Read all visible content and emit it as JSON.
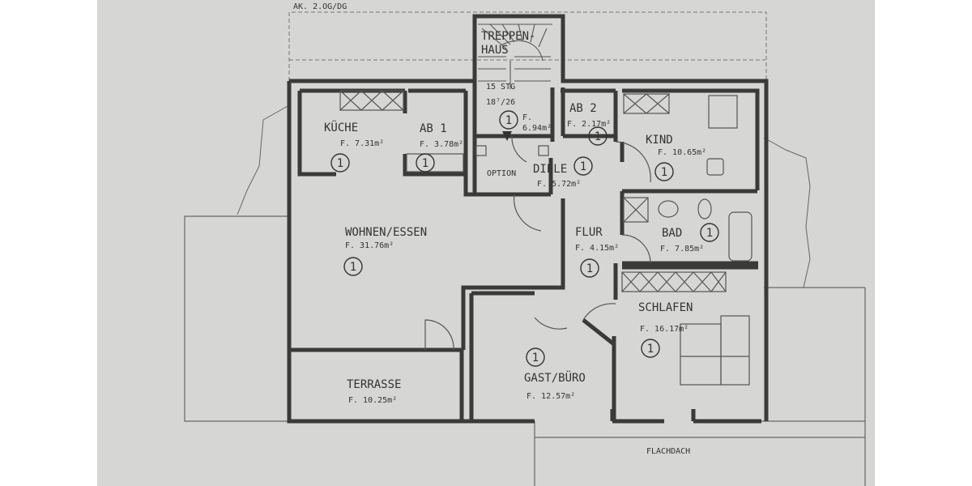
{
  "header": {
    "level": "AK. 2.OG/DG"
  },
  "room_marker": "1",
  "rooms": {
    "treppenhaus": {
      "name_line1": "TREPPEN-",
      "name_line2": "HAUS",
      "stairs": "15 STG",
      "rise": "18⁷/26",
      "area_prefix": "F.",
      "area": "6.94m²"
    },
    "kueche": {
      "name": "KÜCHE",
      "area": "F. 7.31m²"
    },
    "ab1": {
      "name": "AB 1",
      "area": "F. 3.78m²"
    },
    "ab2": {
      "name": "AB 2",
      "area": "F. 2.17m²"
    },
    "kind": {
      "name": "KIND",
      "area": "F. 10.65m²"
    },
    "diele": {
      "name": "DIELE",
      "area": "F. 5.72m²",
      "option": "OPTION"
    },
    "wohnen": {
      "name": "WOHNEN/ESSEN",
      "area": "F. 31.76m²"
    },
    "flur": {
      "name": "FLUR",
      "area": "F. 4.15m²"
    },
    "bad": {
      "name": "BAD",
      "area": "F. 7.85m²"
    },
    "schlafen": {
      "name": "SCHLAFEN",
      "area": "F. 16.17m²"
    },
    "gast": {
      "name": "GAST/BÜRO",
      "area": "F. 12.57m²"
    },
    "terrasse": {
      "name": "TERRASSE",
      "area": "F. 10.25m²"
    }
  },
  "roof": {
    "label": "FLACHDACH"
  }
}
